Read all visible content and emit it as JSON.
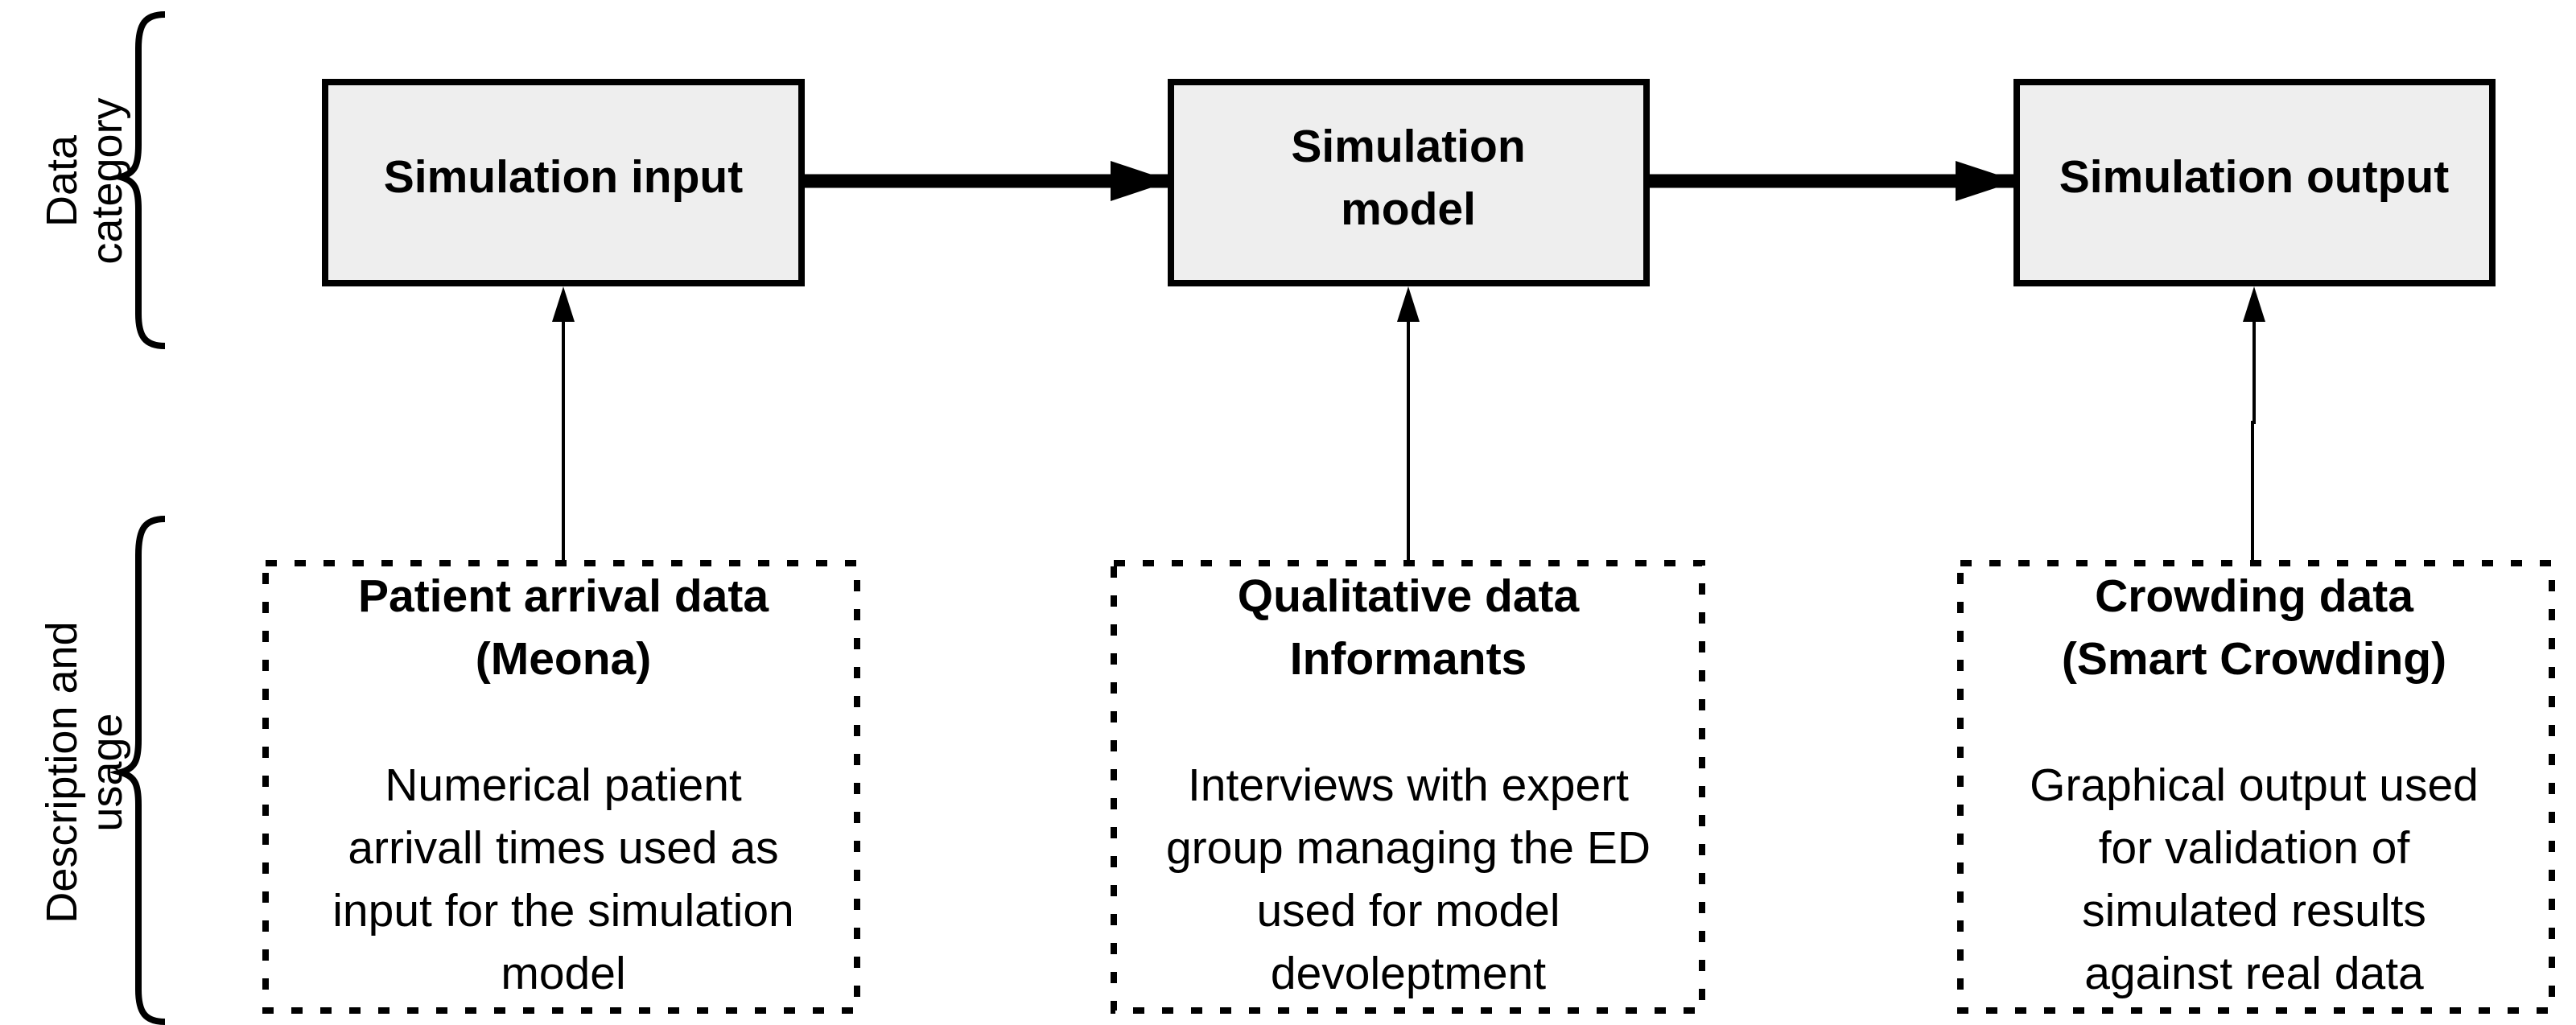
{
  "side_labels": {
    "data_category": [
      "Data",
      "category"
    ],
    "description_usage": [
      "Description and",
      "usage"
    ]
  },
  "top_boxes": [
    {
      "lines": [
        "Simulation input"
      ]
    },
    {
      "lines": [
        "Simulation",
        "model"
      ]
    },
    {
      "lines": [
        "Simulation output"
      ]
    }
  ],
  "bottom_boxes": [
    {
      "title": [
        "Patient arrival data",
        "(Meona)"
      ],
      "body": [
        "Numerical patient",
        "arrivall times used as",
        "input for the simulation",
        "model"
      ]
    },
    {
      "title": [
        "Qualitative data",
        "Informants"
      ],
      "body": [
        "Interviews with expert",
        "group managing the ED",
        "used for model",
        "devoleptment"
      ]
    },
    {
      "title": [
        "Crowding data",
        "(Smart Crowding)"
      ],
      "body": [
        "Graphical output used",
        "for validation of",
        "simulated results",
        "against real data"
      ]
    }
  ],
  "colors": {
    "box_fill": "#eeeeee",
    "stroke": "#000000"
  }
}
